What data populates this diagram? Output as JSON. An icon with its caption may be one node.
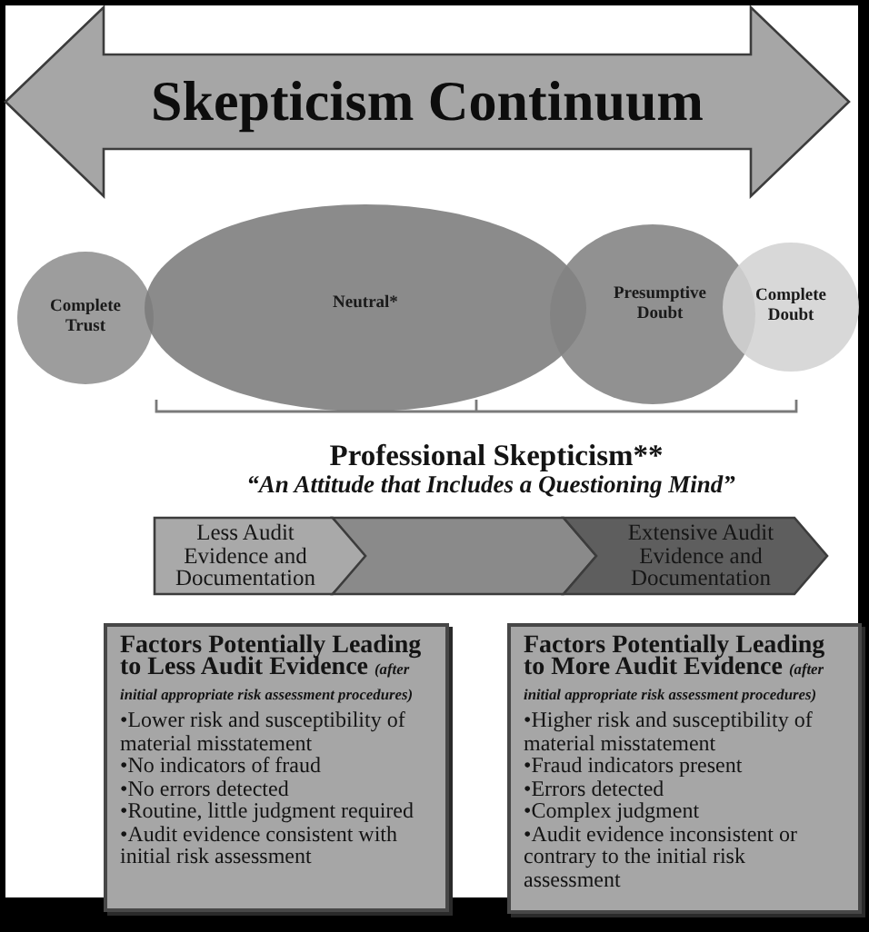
{
  "diagram": {
    "nodes": [
      {
        "text": [
          "Skepticism Continuum"
        ]
      },
      {
        "text": [
          "Complete Trust"
        ]
      },
      {
        "text": [
          "Neutral*"
        ]
      },
      {
        "text": [
          "Presumptive Doubt"
        ]
      },
      {
        "text": [
          "Complete Doubt"
        ]
      },
      {
        "text": [
          "Less Audit Evidence and Documentation"
        ]
      },
      {
        "text": [],
        "shape": "chevron"
      },
      {
        "text": [
          "Extensive Audit Evidence and Documentation"
        ]
      },
      {
        "text": [
          "Factors Potentially Leading to Less Audit Evidence *(after initial appropriate risk assessment procedures)*",
          "•Lower risk and susceptibility of material misstatement",
          "•No indicators of fraud",
          "•No errors detected",
          "•Routine, little judgment required",
          "•Audit evidence consistent with initial risk assessment"
        ]
      },
      {
        "text": [
          "Factors Potentially Leading to More Audit Evidence *(after initial appropriate risk assessment procedures)*",
          "•Higher risk and susceptibility of material misstatement",
          "•Fraud indicators present",
          "•Errors detected",
          "•Complex judgment",
          "•Audit evidence inconsistent or contrary to the initial risk assessment"
        ]
      }
    ],
    "labels": [
      "Professional Skepticism**",
      "“An Attitude that Includes a Questioning Mind”"
    ]
  }
}
